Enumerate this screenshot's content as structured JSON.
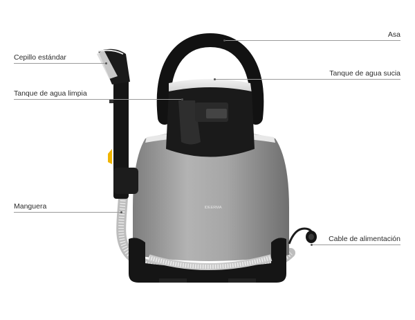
{
  "labels": {
    "asa": "Asa",
    "cepillo": "Cepillo estándar",
    "tanque_sucia": "Tanque de agua sucia",
    "tanque_limpia": "Tanque de agua limpia",
    "manguera": "Manguera",
    "cable": "Cable de alimentación"
  },
  "brand": "IDEERMA",
  "colors": {
    "body": "#9a9a9a",
    "handle": "#111111",
    "accent": "#f0b400",
    "line": "#9a9a9a"
  }
}
